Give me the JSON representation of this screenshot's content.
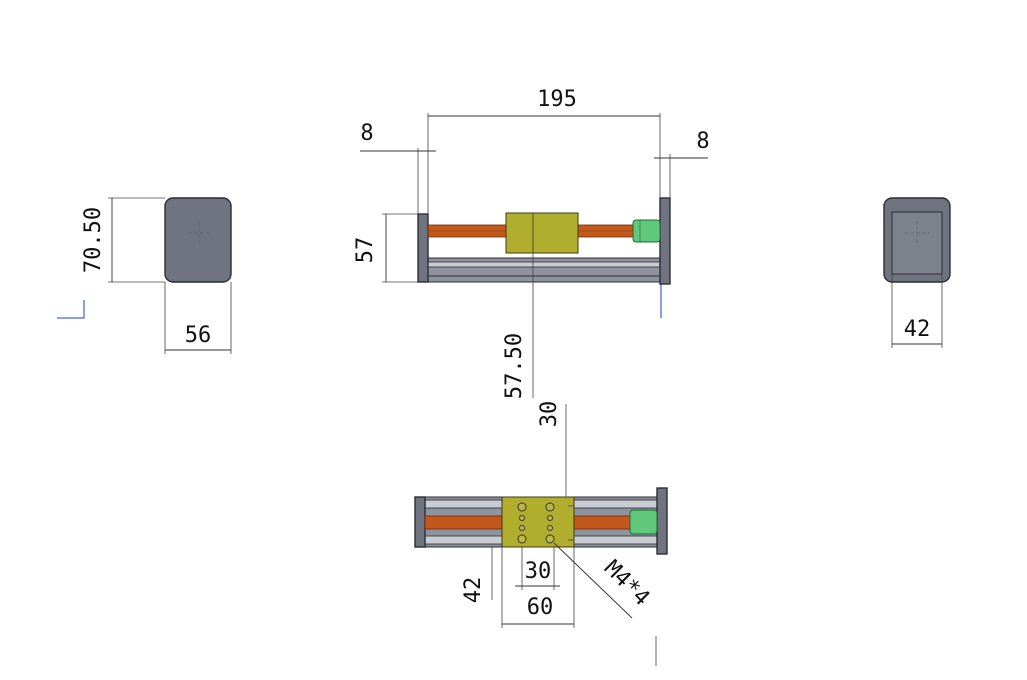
{
  "dimensions": {
    "front_length": "195",
    "left_gap": "8",
    "right_gap": "8",
    "front_height": "57",
    "bottom_offset": "57.50",
    "left_height": "70.50",
    "left_width": "56",
    "right_width": "42",
    "top_offset": "30",
    "hole_spacing": "30",
    "carriage_width": "60",
    "carriage_depth": "42",
    "hole_callout": "M4*4"
  },
  "colors": {
    "frame": "#6f7480",
    "lead_screw": "#c2581b",
    "carriage": "#b1ad2f",
    "coupler": "#5fc87a",
    "coordinate_axis": "#1a3ccf"
  }
}
